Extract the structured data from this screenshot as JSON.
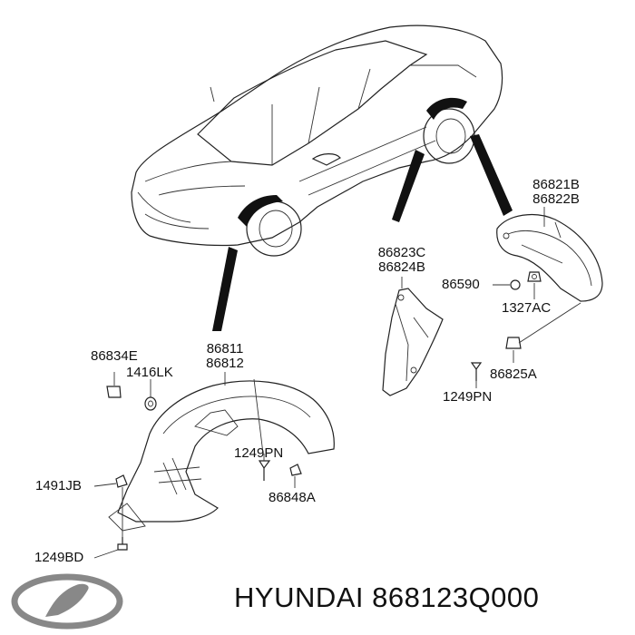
{
  "labels": {
    "p86821b": "86821B",
    "p86822b": "86822B",
    "p86823c": "86823C",
    "p86824b": "86824B",
    "p86590": "86590",
    "p1327ac": "1327AC",
    "p86825a": "86825A",
    "p1249pn_right": "1249PN",
    "p86834e": "86834E",
    "p1416lk": "1416LK",
    "p86811": "86811",
    "p86812": "86812",
    "p1249pn_left": "1249PN",
    "p86848a": "86848A",
    "p1491jb": "1491JB",
    "p1249bd": "1249BD"
  },
  "caption": "HYUNDAI 868123Q000",
  "logo": {
    "icon": "hyundai-logo-icon"
  },
  "colors": {
    "ink": "#111111",
    "background": "#ffffff"
  }
}
